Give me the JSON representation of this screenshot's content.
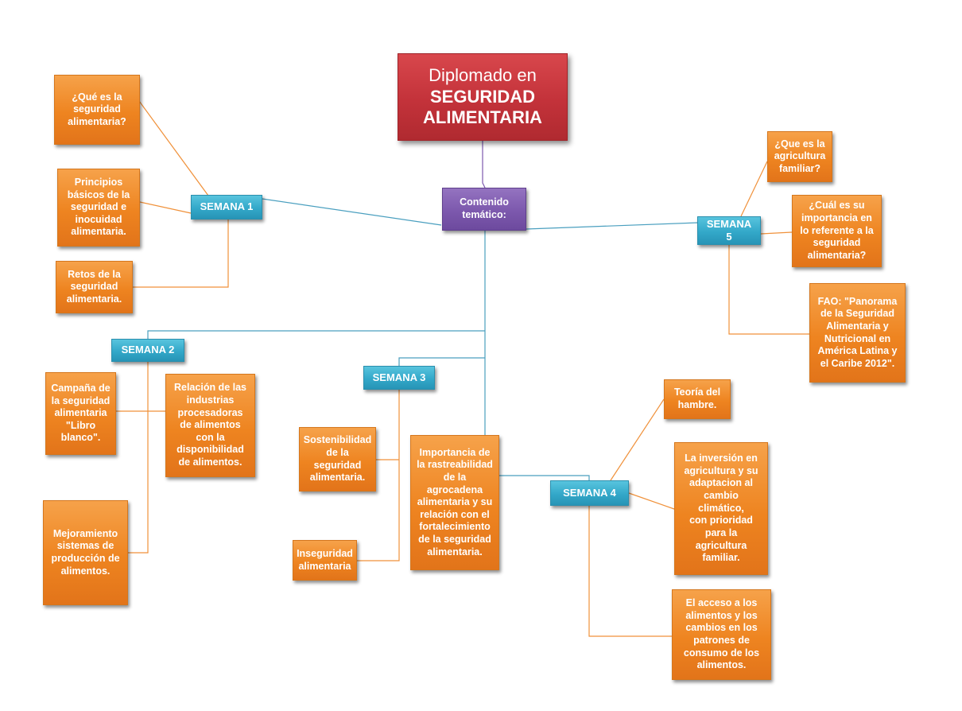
{
  "colors": {
    "title": "#c3323a",
    "hub": "#7c58ad",
    "week": "#33a8c9",
    "leaf": "#ee8420",
    "line_blue": "#4a9fbf",
    "line_orange": "#f0913a",
    "line_purple": "#7c58ad"
  },
  "title": {
    "line1": "Diplomado en",
    "line2": "SEGURIDAD",
    "line3": "ALIMENTARIA"
  },
  "hub": {
    "label": "Contenido\ntemático:"
  },
  "weeks": {
    "s1": {
      "label": "SEMANA 1",
      "topics": [
        "¿Qué es la\nseguridad\nalimentaria?",
        "Principios\nbásicos de la\nseguridad e\ninocuidad\nalimentaria.",
        "Retos de la\nseguridad\nalimentaria."
      ]
    },
    "s2": {
      "label": "SEMANA 2",
      "topics": [
        "Campaña de\nla seguridad\nalimentaria\n\"Libro\nblanco\".",
        "Relación de las\nindustrias\nprocesadoras\nde alimentos\ncon la\ndisponibilidad\nde alimentos.",
        "Mejoramiento\nsistemas de\nproducción de\nalimentos."
      ]
    },
    "s3": {
      "label": "SEMANA 3",
      "topics": [
        "Sostenibilidad\nde la\nseguridad\nalimentaria.",
        "Importancia de\nla rastreabilidad\nde la\nagrocadena\nalimentaria y su\nrelación con el\nfortalecimiento\nde la seguridad\nalimentaria.",
        "Inseguridad\nalimentaria"
      ]
    },
    "s4": {
      "label": "SEMANA 4",
      "topics": [
        "Teoría del\nhambre.",
        "La inversión en\nagricultura y su\nadaptacion al\ncambio climático,\ncon prioridad\npara la\nagricultura\nfamiliar.",
        "El acceso  a los\nalimentos y los\ncambios en los\npatrones de\nconsumo de los\nalimentos."
      ]
    },
    "s5": {
      "label": "SEMANA 5",
      "topics": [
        "¿Que es la\nagricultura\nfamiliar?",
        "¿Cuál es su\nimportancia en\nlo referente a la\nseguridad\nalimentaria?",
        "FAO: \"Panorama\nde la Seguridad\nAlimentaria y\nNutricional en\nAmérica Latina y\nel Caribe 2012\"."
      ]
    }
  }
}
